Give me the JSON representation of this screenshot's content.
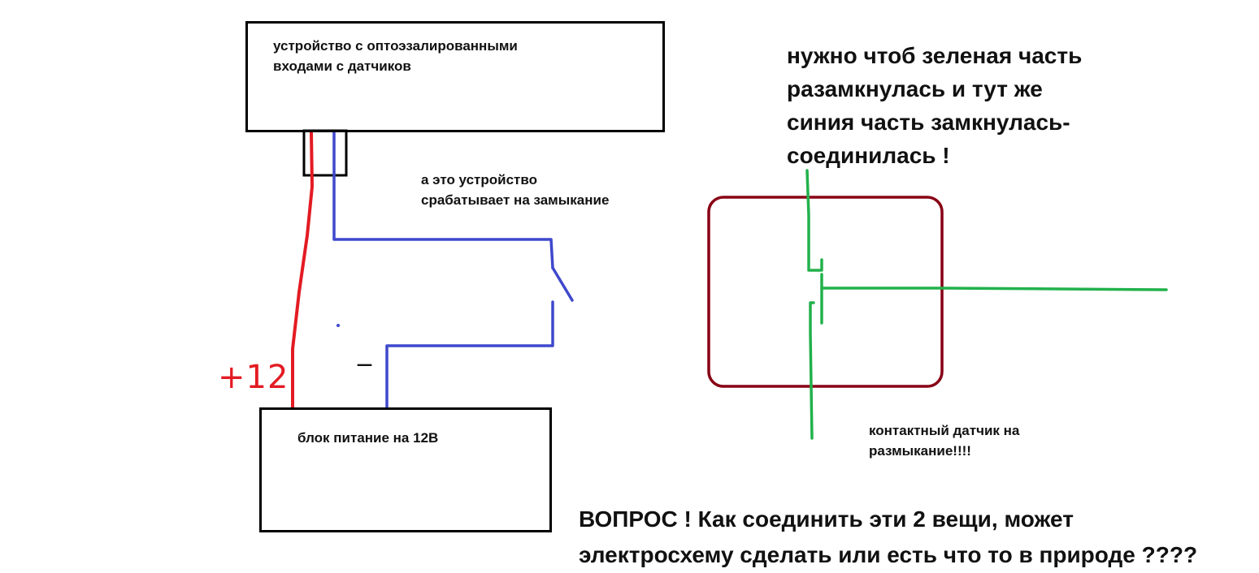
{
  "device_box": {
    "lines": [
      "устройство с оптоэзалированными",
      "входами с датчиков"
    ]
  },
  "closing_device_note": {
    "lines": [
      "а это устройство",
      "срабатывает на замыкание"
    ]
  },
  "power_supply": {
    "label": "блок питание на 12В"
  },
  "plus_label": "+12",
  "minus_label": "_",
  "sensor": {
    "lines": [
      "контактный датчик на",
      "размыканиe!!!!"
    ]
  },
  "requirement_note": {
    "lines": [
      "нужно чтоб зеленая часть",
      "разамкнулась и тут же",
      "синия часть замкнулась-",
      "соединилась !"
    ]
  },
  "question": {
    "lines": [
      "ВОПРОС ! Как соединить эти 2 вещи, может",
      "электросхему сделать или есть что то в природе ????"
    ]
  },
  "colors": {
    "plus_wire": "#e31b23",
    "minus_wire": "#3f48cc",
    "sensor_wire": "#22b14c",
    "sensor_box": "#880015",
    "outline": "#000000"
  }
}
